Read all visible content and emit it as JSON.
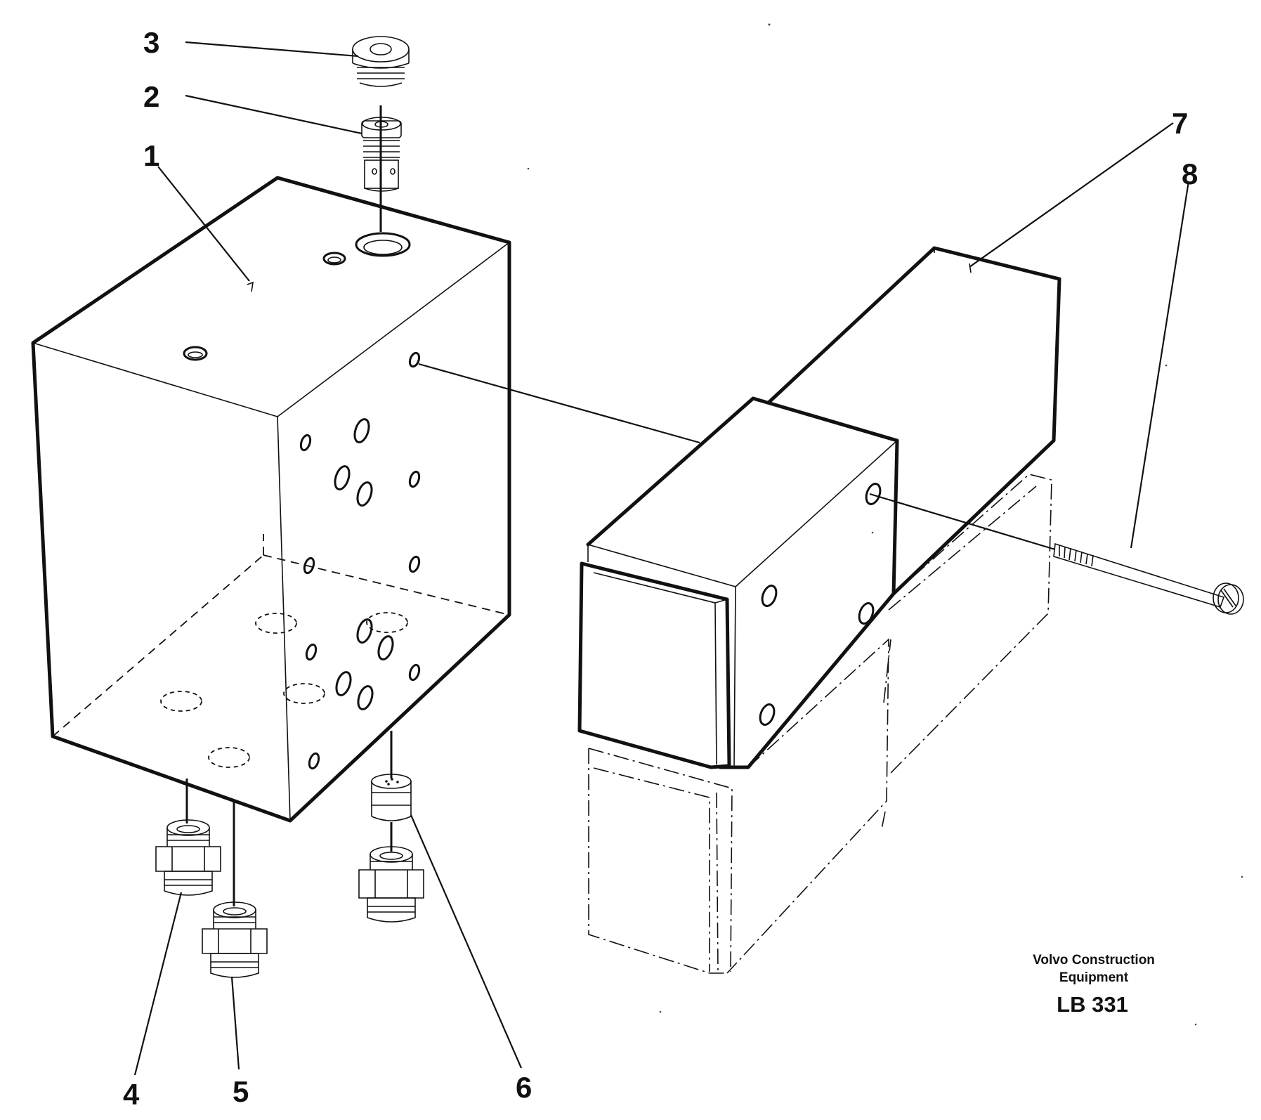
{
  "callouts": {
    "c1": "1",
    "c2": "2",
    "c3": "3",
    "c4": "4",
    "c5": "5",
    "c6": "6",
    "c7": "7",
    "c8": "8"
  },
  "caption": {
    "line1": "Volvo Construction",
    "line2": "Equipment",
    "code": "LB 331"
  }
}
